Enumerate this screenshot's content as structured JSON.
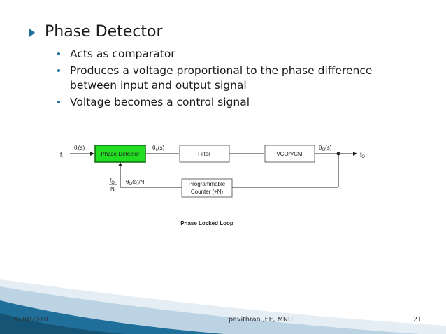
{
  "slide": {
    "title": "Phase Detector",
    "bullets": [
      "Acts as comparator",
      "Produces a voltage proportional to the phase difference between input and output signal",
      "Voltage becomes a control signal"
    ]
  },
  "diagram": {
    "caption": "Phase Locked Loop",
    "blocks": {
      "phase_detector": "Phase Detector",
      "filter": "Filter",
      "vco": "VCO/VCM",
      "counter_line1": "Programmable",
      "counter_line2": "Counter (÷N)"
    },
    "labels": {
      "fi": "f",
      "fi_sub": "i",
      "theta_i": "θ",
      "theta_i_sub": "i",
      "theta_i_tail": "(s)",
      "theta_e": "θ",
      "theta_e_sub": "e",
      "theta_e_tail": "(s)",
      "theta_o": "θ",
      "theta_o_sub": "O",
      "theta_o_tail": "(s)",
      "fo": "f",
      "fo_sub": "O",
      "fb_num": "f",
      "fb_num_sub": "O",
      "fb_den": "N",
      "theta_fb": "θ",
      "theta_fb_sub": "O",
      "theta_fb_tail": "(s)/N"
    },
    "colors": {
      "phase_detector_fill": "#22dd22",
      "phase_detector_border": "#0a6a0a",
      "accent": "#1f6f9a"
    }
  },
  "footer": {
    "date": "4/30/2018",
    "author": "pavithran ,EE, MNU",
    "page": "21"
  }
}
